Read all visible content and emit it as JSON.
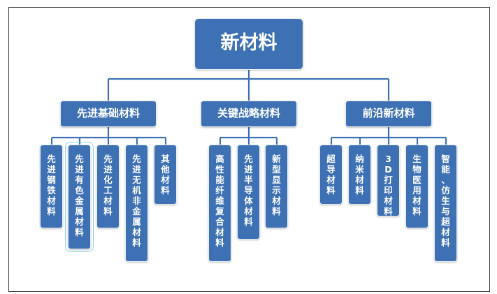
{
  "diagram": {
    "root": "新材料",
    "categories": [
      {
        "label": "先进基础材料",
        "children": [
          "先进钢铁材料",
          "先进有色金属材料",
          "先进化工材料",
          "先进无机非金属材料",
          "其他材料"
        ]
      },
      {
        "label": "关键战略材料",
        "children": [
          "高性能纤维复合材料",
          "先进半导体材料",
          "新型显示材料"
        ]
      },
      {
        "label": "前沿新材料",
        "children": [
          "超导材料",
          "纳米材料",
          "3D打印材料",
          "生物医用材料",
          "智能、仿生与超材料"
        ]
      }
    ],
    "colors": {
      "box": "#3d71b4",
      "line": "#3d71b4",
      "text": "#ffffff"
    }
  }
}
